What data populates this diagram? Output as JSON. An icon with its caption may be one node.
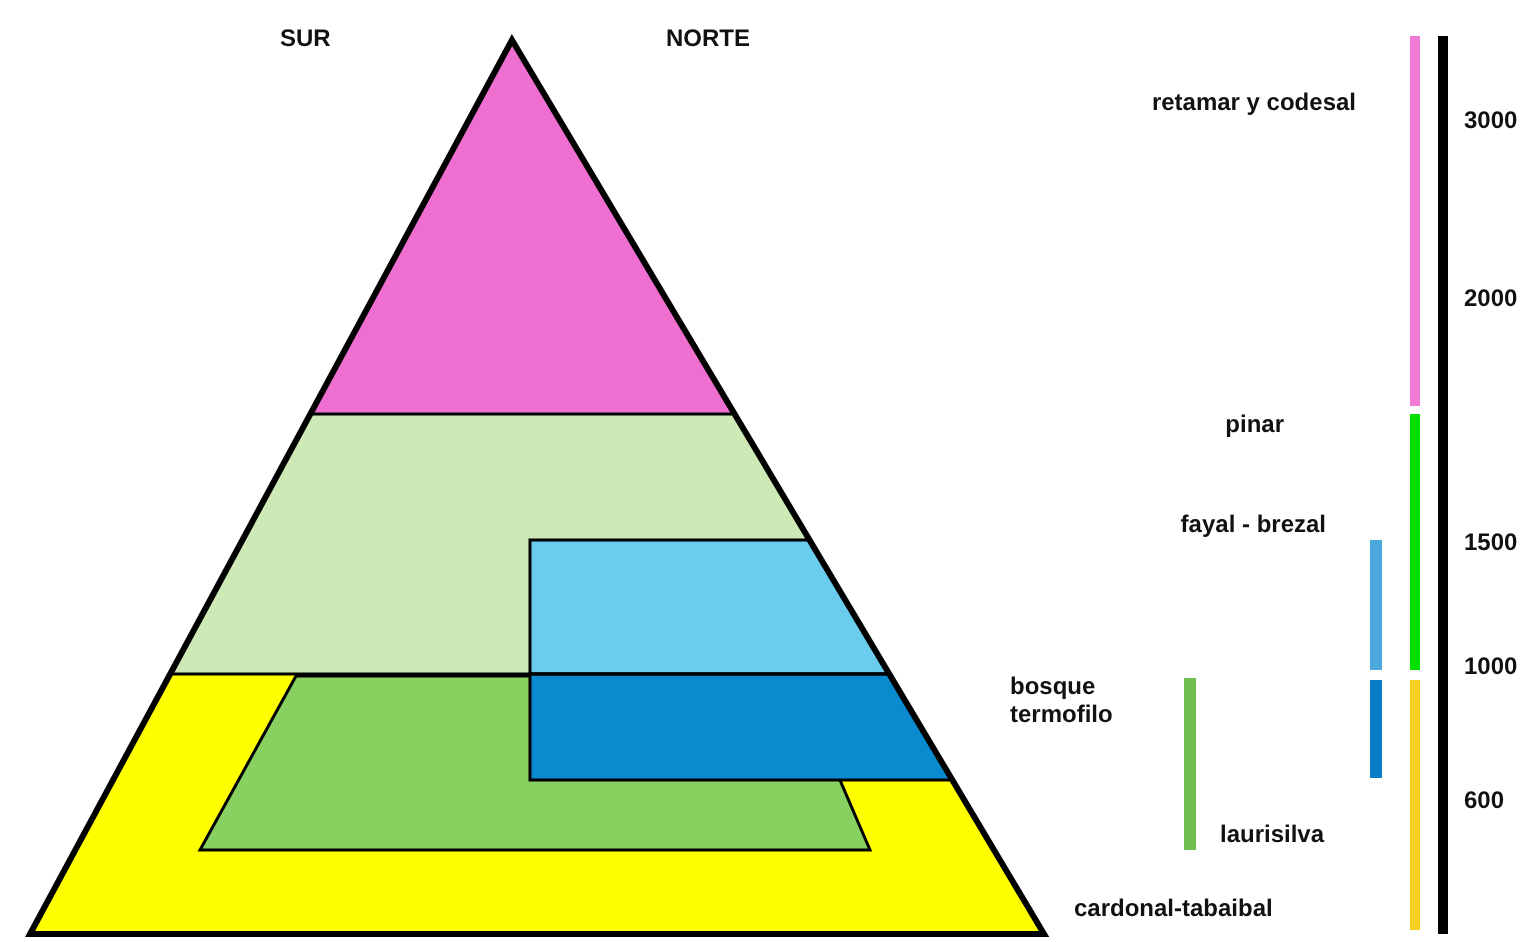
{
  "diagram": {
    "labels": [
      "SUR",
      "NORTE",
      "retamar y codesal",
      "3000",
      "2000",
      "pinar",
      "fayal - brezal",
      "1500",
      "bosque termofilo",
      "1000",
      "laurisilva",
      "600",
      "cardonal-tabaibal"
    ]
  }
}
